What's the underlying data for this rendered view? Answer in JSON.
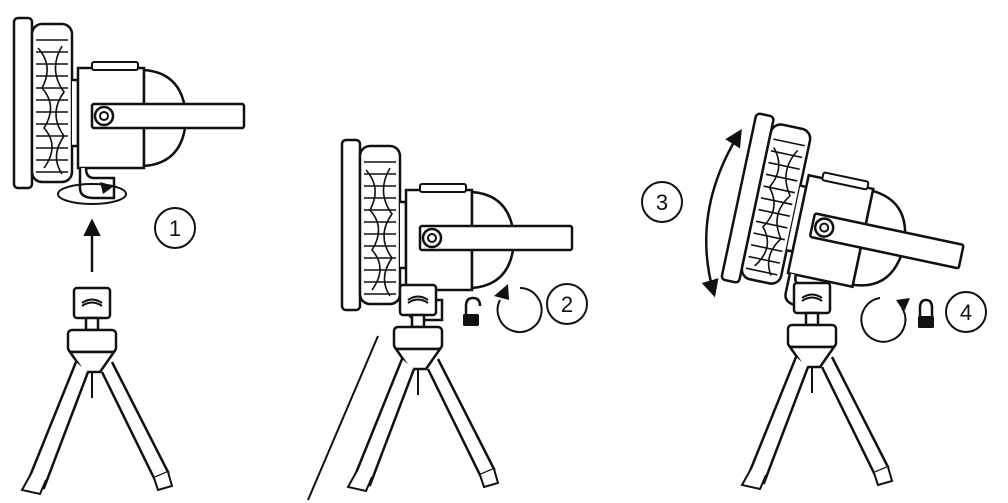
{
  "steps": [
    {
      "number": "1",
      "icon": "rotate-clockwise-arrow-icon"
    },
    {
      "number": "2",
      "icon": "unlock-icon",
      "rotation": "counter-clockwise"
    },
    {
      "number": "3",
      "icon": "tilt-double-arrow-icon"
    },
    {
      "number": "4",
      "icon": "lock-icon",
      "rotation": "clockwise"
    }
  ],
  "colors": {
    "line": "#111111",
    "background": "#ffffff"
  }
}
